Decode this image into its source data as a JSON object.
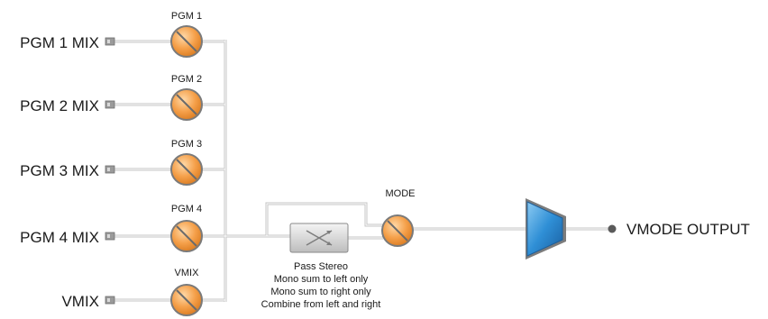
{
  "inputs": [
    {
      "source": "PGM 1 MIX",
      "knob": "PGM 1"
    },
    {
      "source": "PGM 2 MIX",
      "knob": "PGM 2"
    },
    {
      "source": "PGM 3 MIX",
      "knob": "PGM 3"
    },
    {
      "source": "PGM 4 MIX",
      "knob": "PGM 4"
    },
    {
      "source": "VMIX",
      "knob": "VMIX"
    }
  ],
  "mode": {
    "label": "MODE",
    "options": [
      "Pass Stereo",
      "Mono sum to left only",
      "Mono sum to right only",
      "Combine from left and right"
    ]
  },
  "output": {
    "label": "VMODE OUTPUT"
  },
  "icons": {
    "input_connector": "input-jack-icon",
    "level_knob": "level-knob-icon",
    "mode_switch": "crossover-switch-icon",
    "amplifier": "amplifier-triangle-icon",
    "output_connector": "output-dot-icon"
  },
  "colors": {
    "knob_fill": "#f5a04a",
    "knob_ring": "#7a7a7a",
    "wire": "#c4c4c4",
    "amplifier": "#2f8fd6"
  }
}
